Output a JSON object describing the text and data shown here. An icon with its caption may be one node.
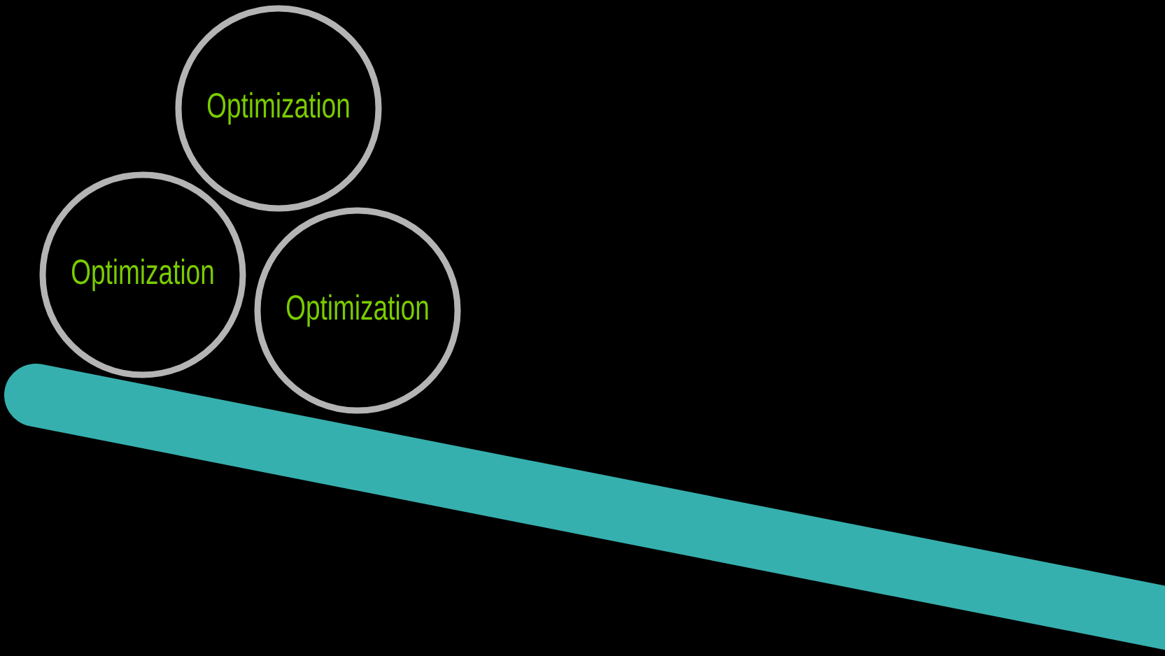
{
  "diagram": {
    "nodes": [
      {
        "text": [
          "Optimization"
        ]
      },
      {
        "text": [
          "Optimization"
        ]
      },
      {
        "text": [
          "Optimization"
        ]
      }
    ]
  }
}
